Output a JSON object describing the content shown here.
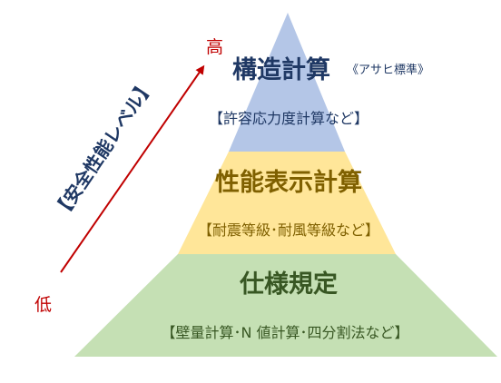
{
  "pyramid": {
    "top": {
      "title": "構造計算",
      "note": "《アサヒ標準》",
      "subtitle": "【許容応力度計算など】",
      "color": "#b4c6e7",
      "title_color": "#1f3864",
      "subtitle_color": "#1f3864"
    },
    "middle": {
      "title": "性能表示計算",
      "subtitle": "【耐震等級･耐風等級など】",
      "color": "#ffe699",
      "title_color": "#7f6000",
      "subtitle_color": "#7f6000"
    },
    "bottom": {
      "title": "仕様規定",
      "subtitle": "【壁量計算･N 値計算･四分割法など】",
      "color": "#c5e0b4",
      "title_color": "#385723",
      "subtitle_color": "#385723"
    }
  },
  "axis": {
    "label": "【安全性能レベル】",
    "high_label": "高",
    "low_label": "低",
    "arrow_color": "#c00000",
    "label_color": "#1f3864",
    "endpoint_color": "#c00000"
  }
}
